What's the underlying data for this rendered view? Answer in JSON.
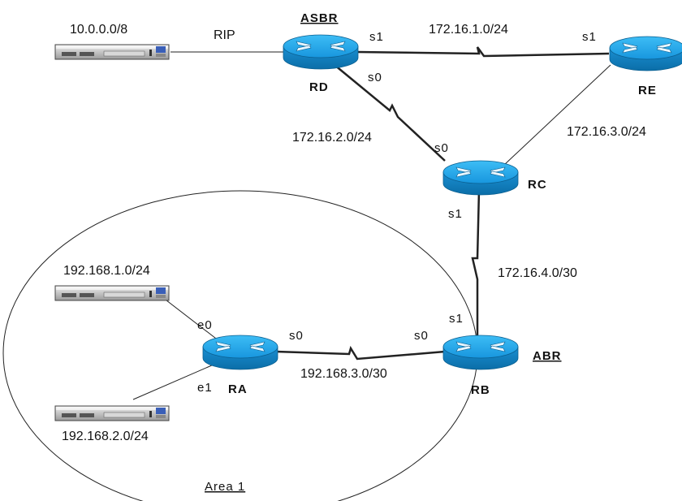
{
  "networks": {
    "lan_10": "10.0.0.0/8",
    "lan_192_1": "192.168.1.0/24",
    "lan_192_2": "192.168.2.0/24"
  },
  "links": {
    "rip": "RIP",
    "rd_re": "172.16.1.0/24",
    "rd_rc": "172.16.2.0/24",
    "re_rc": "172.16.3.0/24",
    "rc_rb": "172.16.4.0/30",
    "ra_rb": "192.168.3.0/30"
  },
  "routers": {
    "rd": "RD",
    "re": "RE",
    "rc": "RC",
    "rb": "RB",
    "ra": "RA"
  },
  "roles": {
    "asbr": "ASBR",
    "abr": "ABR"
  },
  "interfaces": {
    "rd_s1": "s1",
    "re_s1": "s1",
    "rd_s0": "s0",
    "rc_s0": "s0",
    "rc_s1": "s1",
    "rb_s1": "s1",
    "rb_s0": "s0",
    "ra_s0": "s0",
    "ra_e0": "e0",
    "ra_e1": "e1"
  },
  "area": "Area 1",
  "colors": {
    "router_fill": "#1aa0e8",
    "router_dark": "#0a6fa8",
    "line": "#222222"
  }
}
